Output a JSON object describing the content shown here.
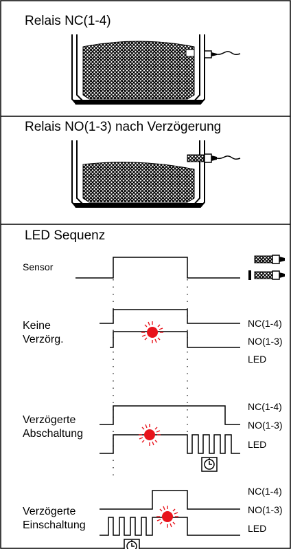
{
  "sections": {
    "relay_nc": "Relais NC(1-4)",
    "relay_no": "Relais NO(1-3) nach Verzögerung",
    "led_sequence": "LED Sequenz"
  },
  "rows": {
    "sensor": "Sensor",
    "no_delay": "Keine\nVerzörg.",
    "delayed_off": "Verzögerte\nAbschaltung",
    "delayed_on": "Verzögerte\nEinschaltung"
  },
  "legend": {
    "nc": "NC(1-4)",
    "no": "NO(1-3)",
    "led": "LED"
  },
  "colors": {
    "led_red": "#e8141c",
    "hatch": "#000000"
  }
}
